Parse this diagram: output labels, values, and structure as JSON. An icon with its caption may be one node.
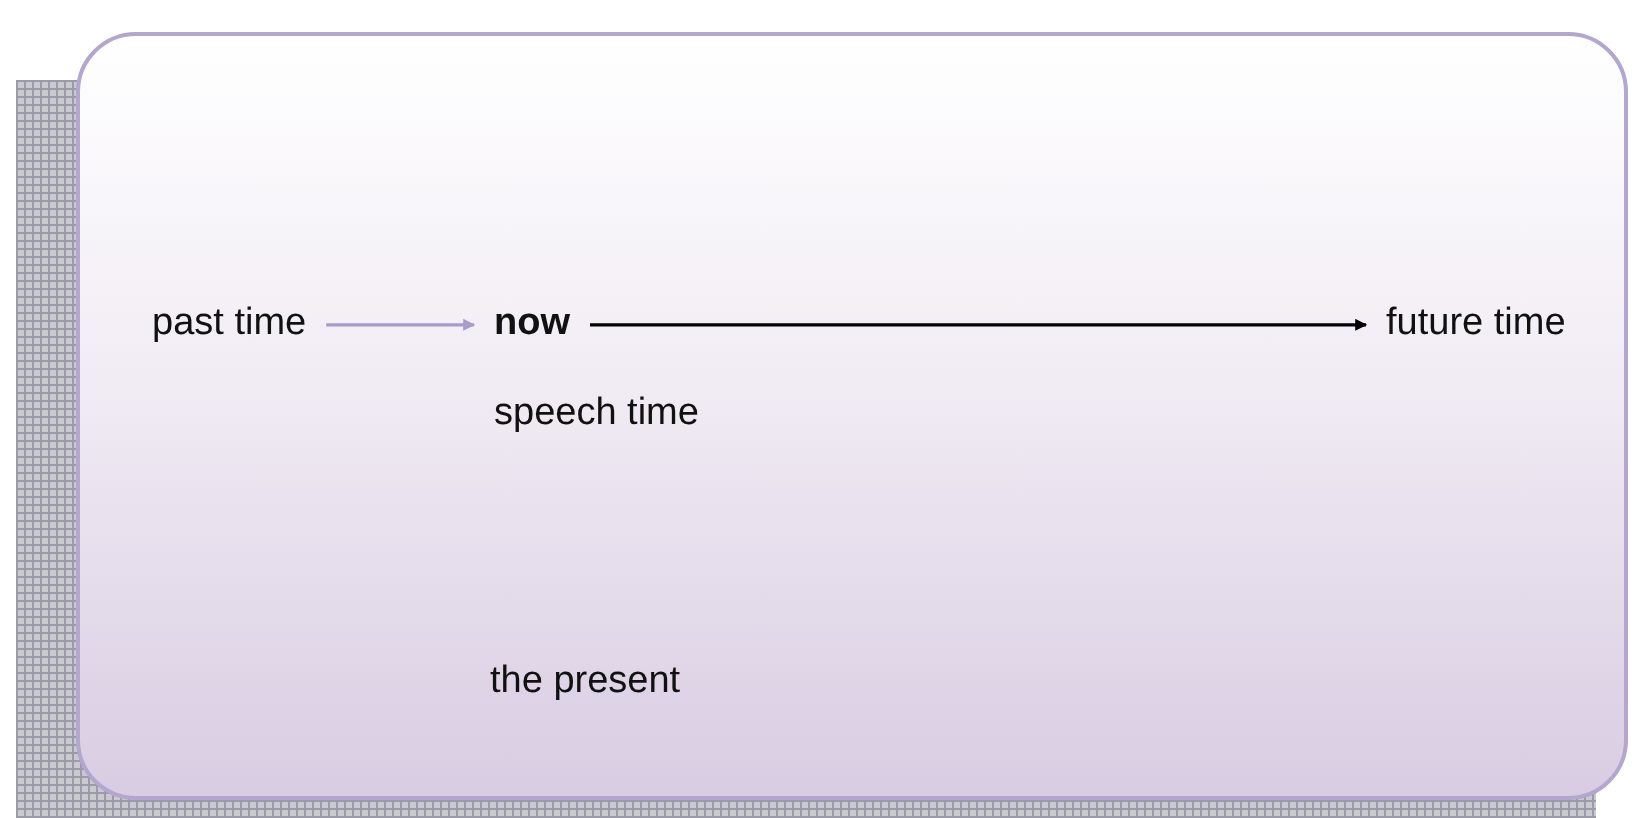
{
  "diagram": {
    "nodes": [
      {
        "text": [],
        "shape": "box"
      },
      {
        "text": [
          "past time"
        ],
        "in": 0
      },
      {
        "text": [
          "now"
        ],
        "in": 0,
        "beside": [
          "speech time"
        ]
      },
      {
        "text": [
          "future time"
        ],
        "in": 0
      }
    ],
    "edges": [
      {
        "from": 1,
        "to": 2,
        "arrow": "to",
        "color": "#a99bcb"
      },
      {
        "from": 2,
        "to": 3,
        "arrow": "to",
        "color": "#000000"
      }
    ],
    "labels": [
      "the present"
    ]
  }
}
